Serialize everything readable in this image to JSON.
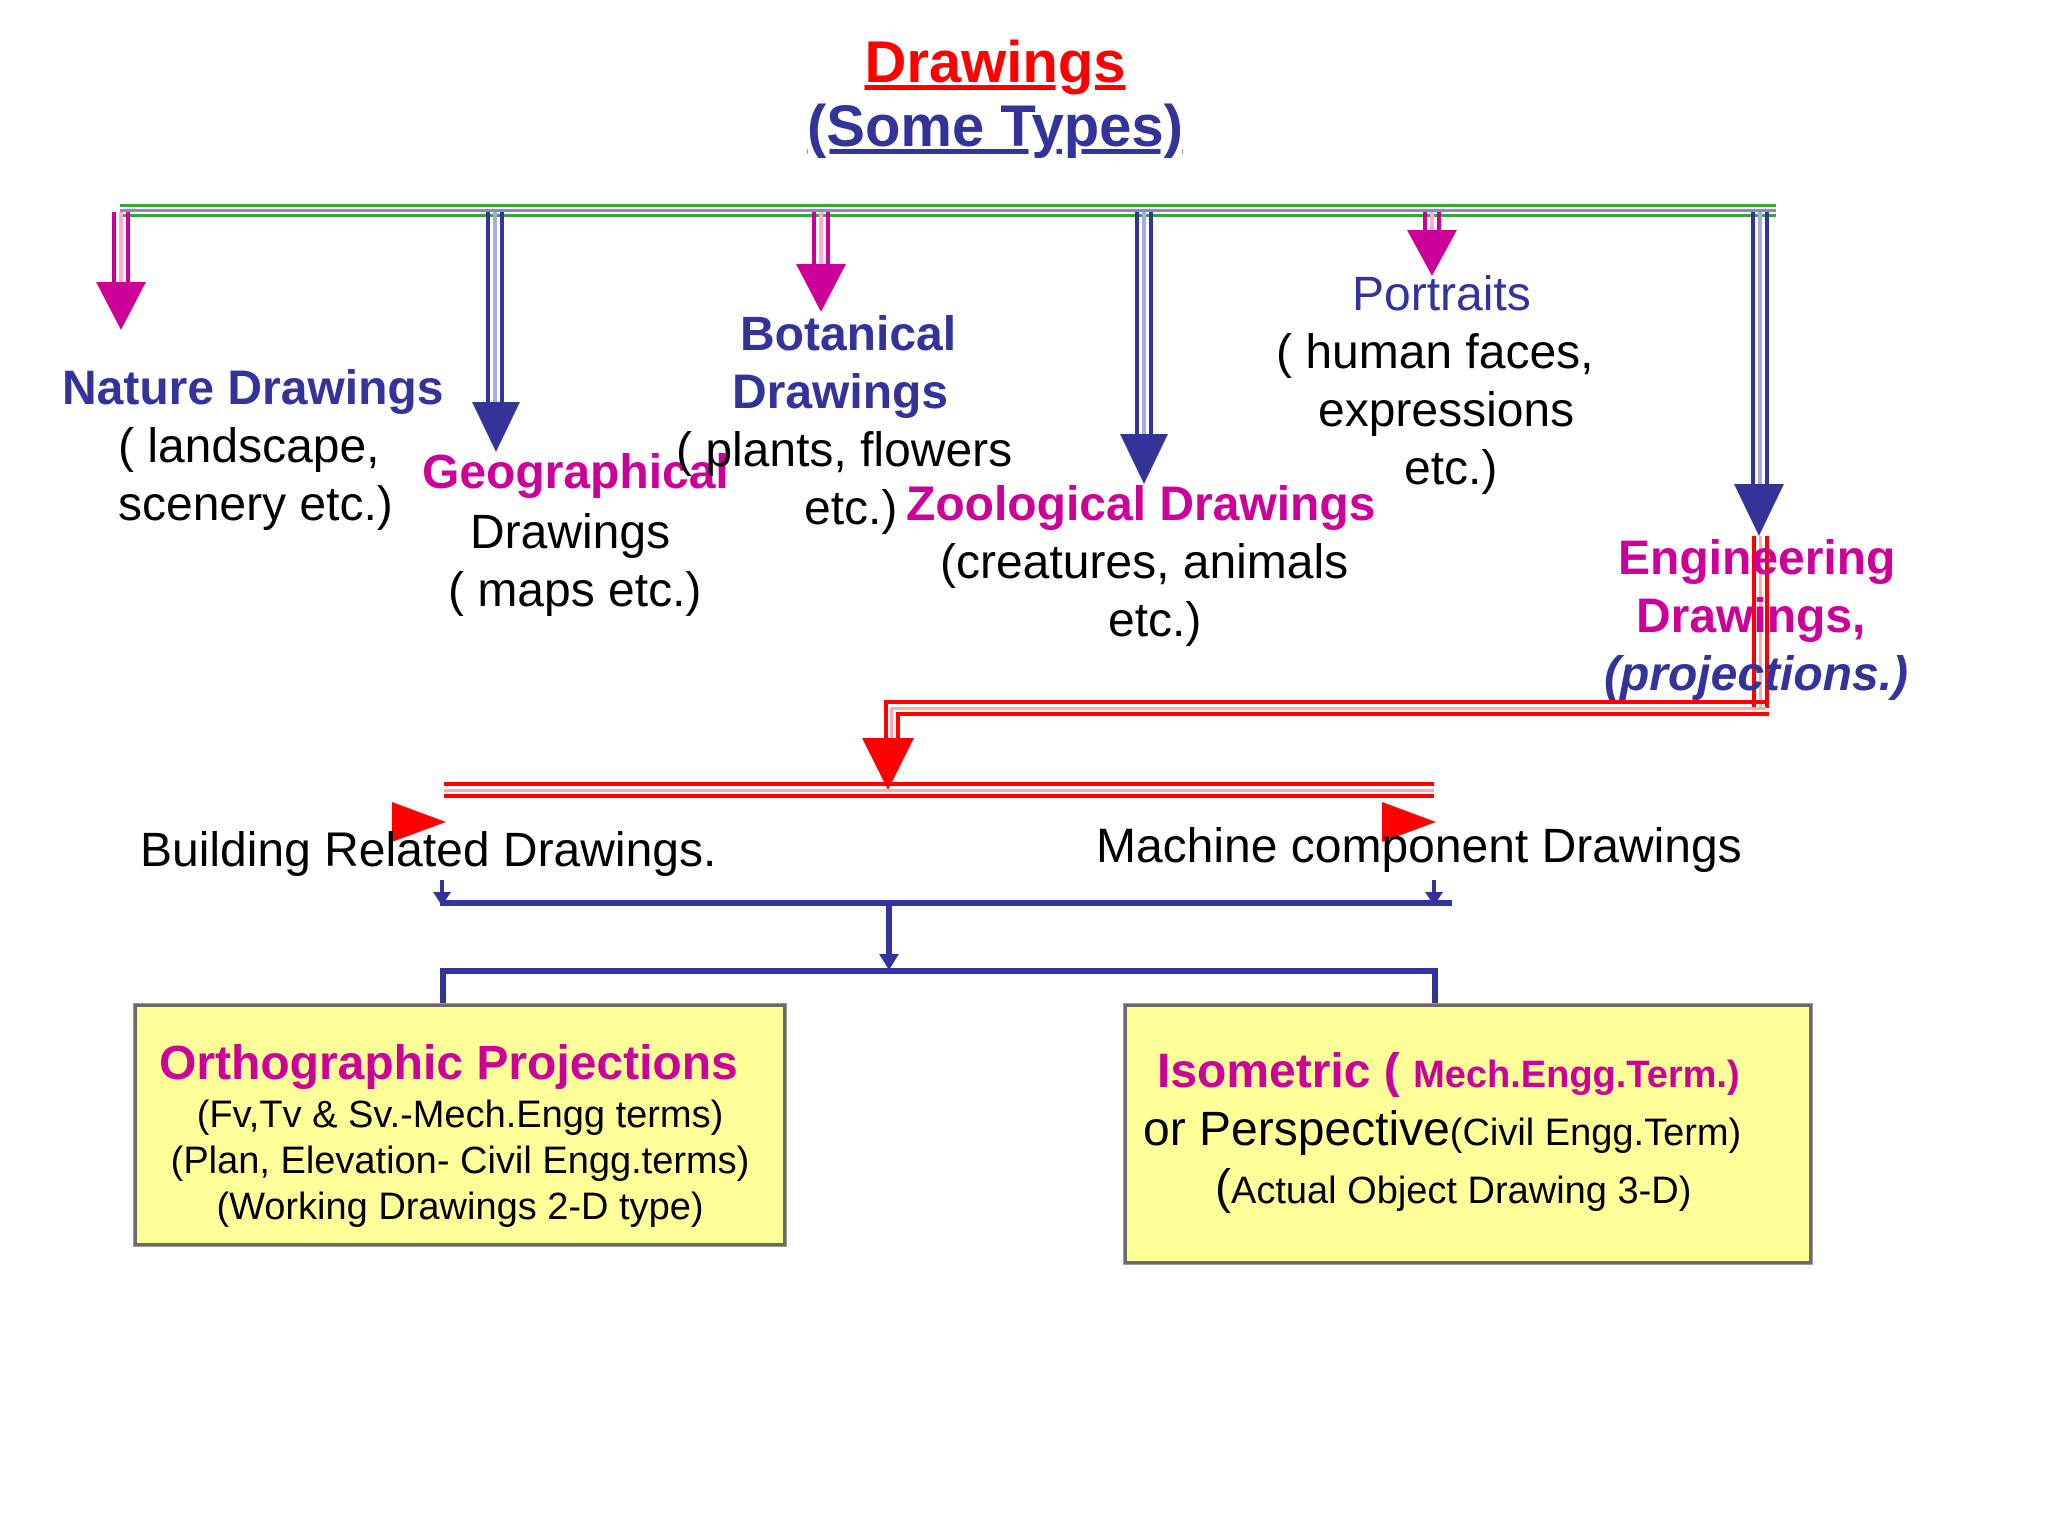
{
  "title": {
    "line1": "Drawings",
    "line2": "(Some Types)"
  },
  "categories": {
    "nature": {
      "title": "Nature Drawings",
      "desc1": "( landscape,",
      "desc2": "scenery etc.)"
    },
    "geographical": {
      "title": "Geographical",
      "desc1": "Drawings",
      "desc2": "( maps etc.)"
    },
    "botanical": {
      "title1": "Botanical",
      "title2": "Drawings",
      "desc1": "( plants, flowers",
      "desc2": "etc.)"
    },
    "zoological": {
      "title": "Zoological Drawings",
      "desc1": "(creatures, animals",
      "desc2": "etc.)"
    },
    "portraits": {
      "title": "Portraits",
      "desc1": "( human faces,",
      "desc2": "expressions",
      "desc3": "etc.)"
    },
    "engineering": {
      "title1": "Engineering",
      "title2": "Drawings,",
      "title3": "(projections.)"
    }
  },
  "branches": {
    "building": "Building Related Drawings.",
    "machine": "Machine component Drawings"
  },
  "boxes": {
    "orthographic": {
      "title": "Orthographic Projections",
      "line1": "(Fv,Tv & Sv.-Mech.Engg terms)",
      "line2": "(Plan, Elevation- Civil Engg.terms)",
      "line3": "(Working Drawings 2-D type)"
    },
    "isometric": {
      "title": "Isometric ( ",
      "title_term": "Mech.Engg.Term.)",
      "line1": "or Perspective",
      "line1_term": "(Civil Engg.Term)",
      "line2_paren": "(",
      "line2": "Actual Object Drawing 3-D)"
    }
  },
  "colors": {
    "blue": "#333399",
    "magenta": "#cc0099",
    "red": "#ff0000",
    "green": "#33aa33",
    "box_fill": "#ffff99"
  }
}
